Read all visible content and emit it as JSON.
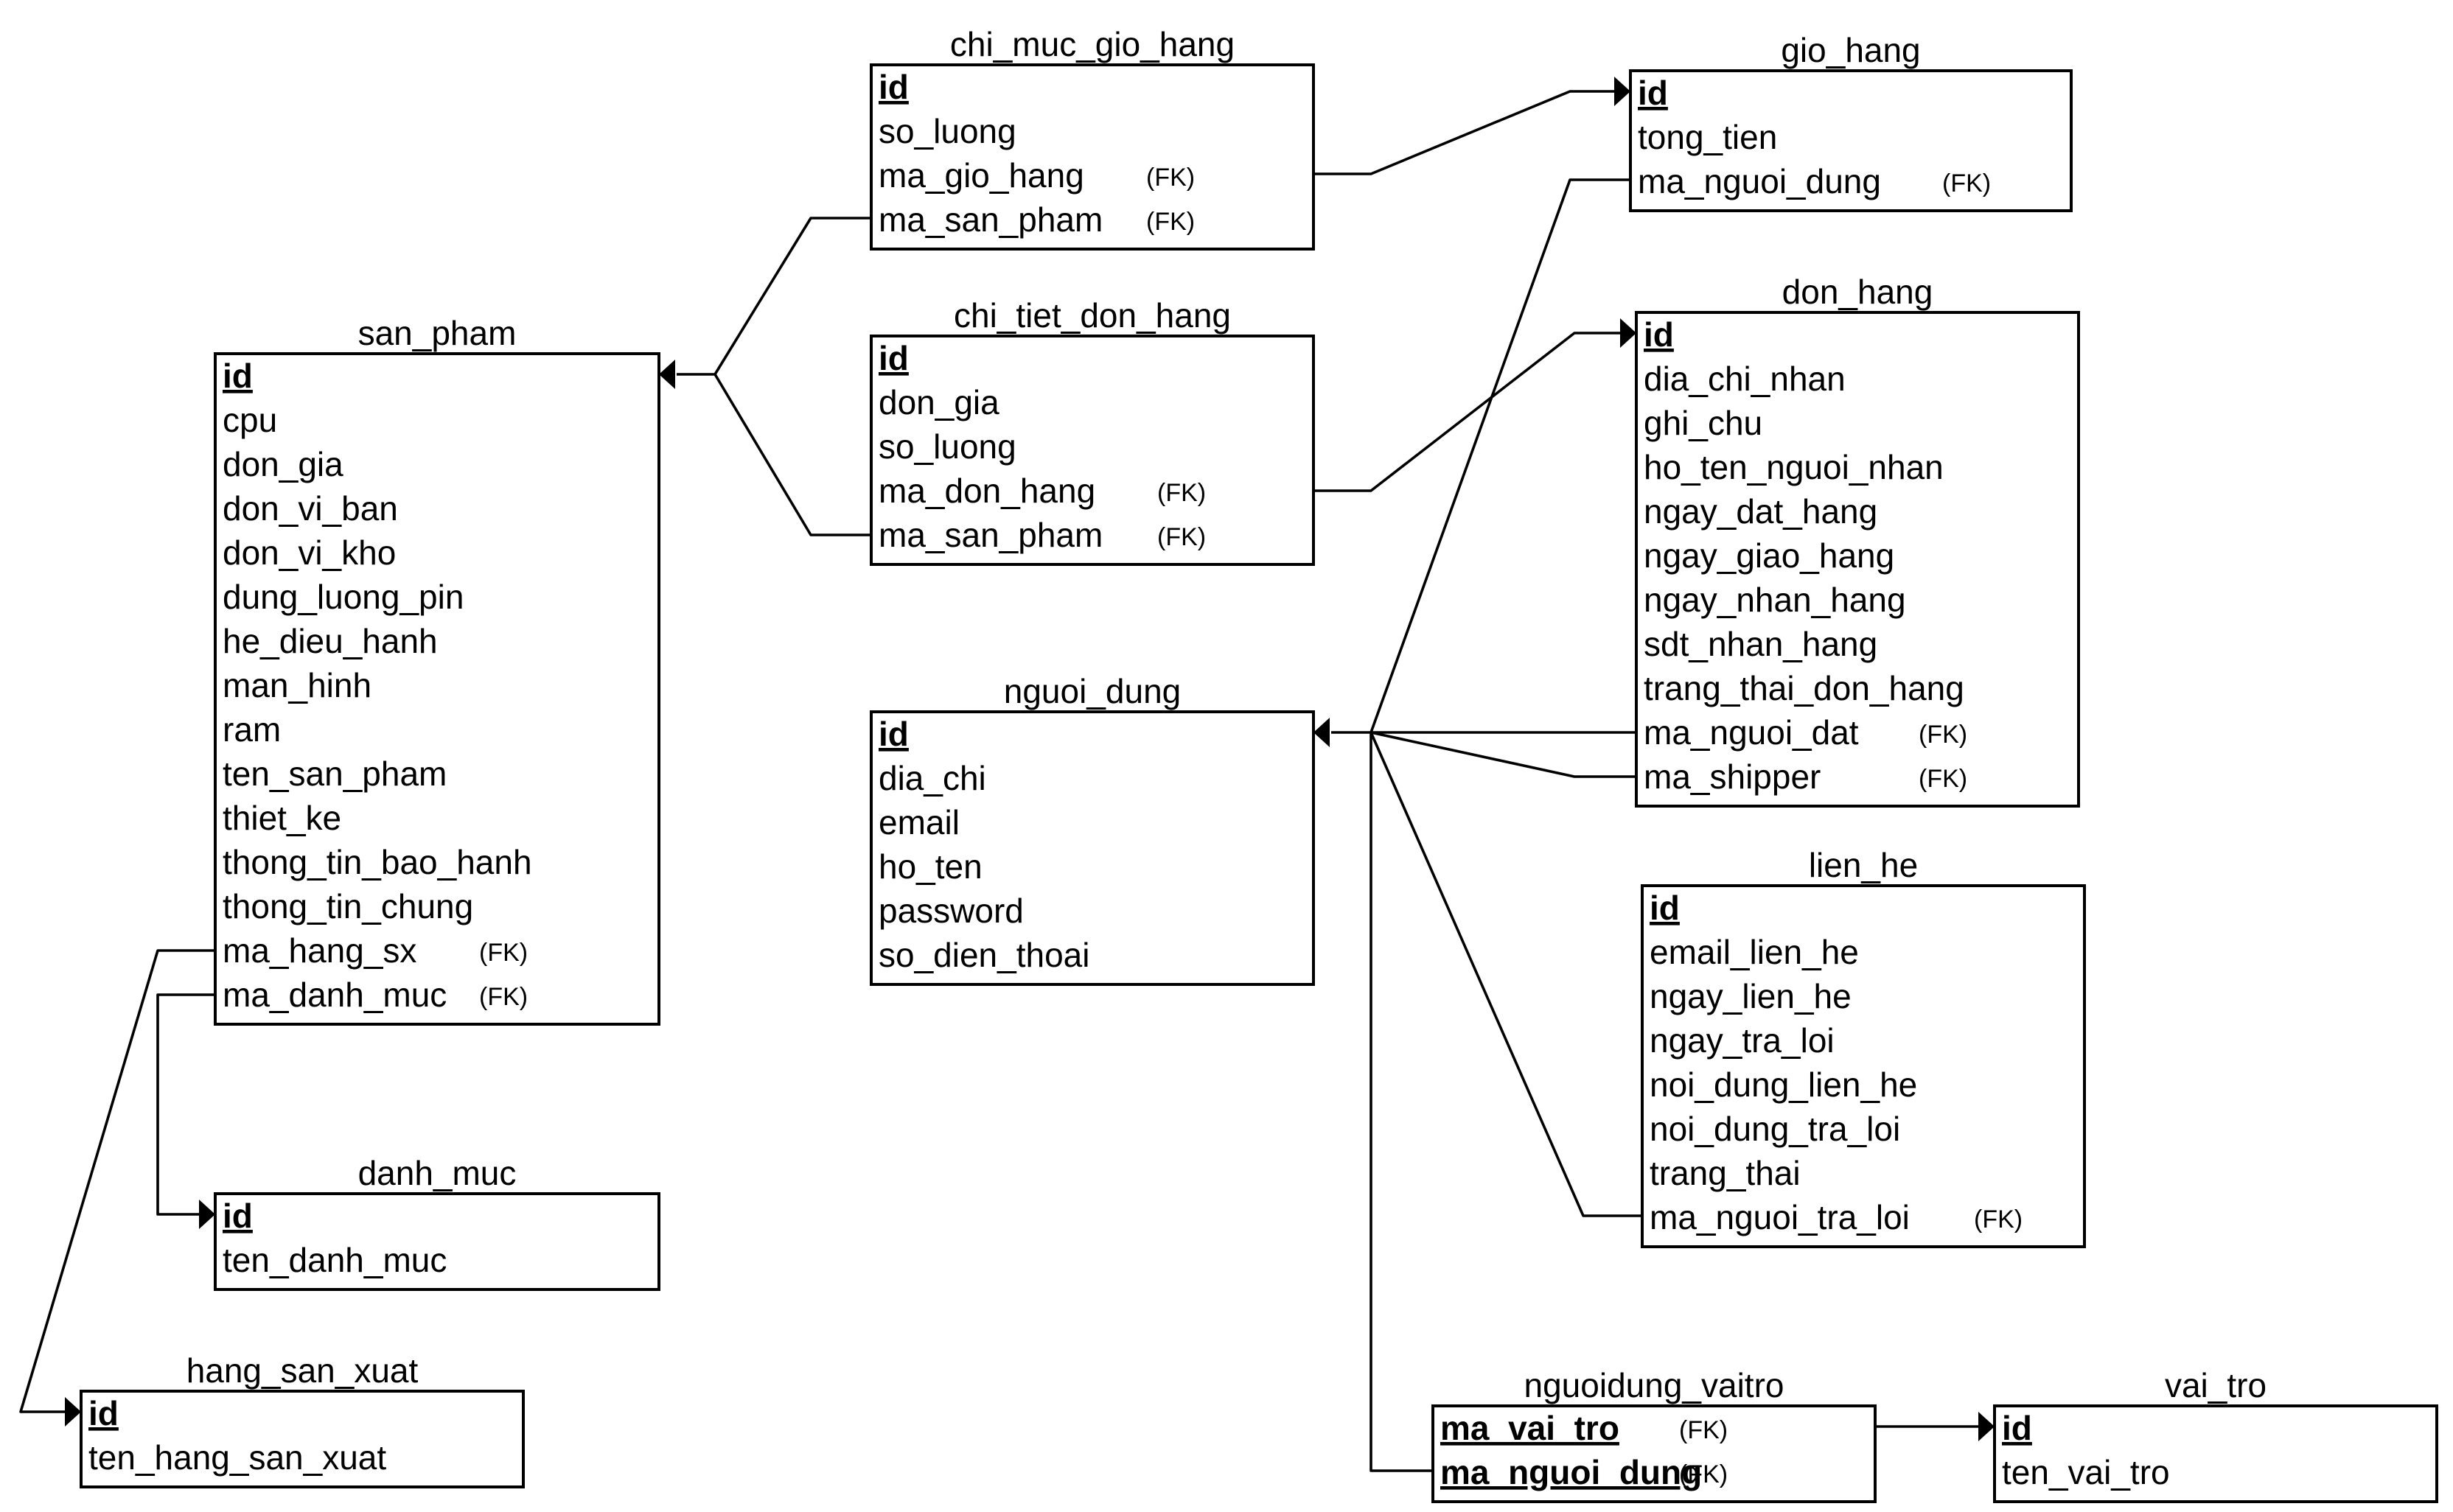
{
  "colors": {
    "line": "#000000",
    "background": "#ffffff"
  },
  "fk_marker": "(FK)",
  "tables": [
    {
      "id": "chi_muc_gio_hang",
      "title": "chi_muc_gio_hang",
      "rows": [
        {
          "name": "id",
          "pk": true
        },
        {
          "name": "so_luong"
        },
        {
          "name": "ma_gio_hang",
          "fk": true
        },
        {
          "name": "ma_san_pham",
          "fk": true
        }
      ]
    },
    {
      "id": "gio_hang",
      "title": "gio_hang",
      "rows": [
        {
          "name": "id",
          "pk": true
        },
        {
          "name": "tong_tien"
        },
        {
          "name": "ma_nguoi_dung",
          "fk": true
        }
      ]
    },
    {
      "id": "san_pham",
      "title": "san_pham",
      "rows": [
        {
          "name": "id",
          "pk": true
        },
        {
          "name": "cpu"
        },
        {
          "name": "don_gia"
        },
        {
          "name": "don_vi_ban"
        },
        {
          "name": "don_vi_kho"
        },
        {
          "name": "dung_luong_pin"
        },
        {
          "name": "he_dieu_hanh"
        },
        {
          "name": "man_hinh"
        },
        {
          "name": "ram"
        },
        {
          "name": "ten_san_pham"
        },
        {
          "name": "thiet_ke"
        },
        {
          "name": "thong_tin_bao_hanh"
        },
        {
          "name": "thong_tin_chung"
        },
        {
          "name": "ma_hang_sx",
          "fk": true
        },
        {
          "name": "ma_danh_muc",
          "fk": true
        }
      ]
    },
    {
      "id": "chi_tiet_don_hang",
      "title": "chi_tiet_don_hang",
      "rows": [
        {
          "name": "id",
          "pk": true
        },
        {
          "name": "don_gia"
        },
        {
          "name": "so_luong"
        },
        {
          "name": "ma_don_hang",
          "fk": true
        },
        {
          "name": "ma_san_pham",
          "fk": true
        }
      ]
    },
    {
      "id": "don_hang",
      "title": "don_hang",
      "rows": [
        {
          "name": "id",
          "pk": true
        },
        {
          "name": "dia_chi_nhan"
        },
        {
          "name": "ghi_chu"
        },
        {
          "name": "ho_ten_nguoi_nhan"
        },
        {
          "name": "ngay_dat_hang"
        },
        {
          "name": "ngay_giao_hang"
        },
        {
          "name": "ngay_nhan_hang"
        },
        {
          "name": "sdt_nhan_hang"
        },
        {
          "name": "trang_thai_don_hang"
        },
        {
          "name": "ma_nguoi_dat",
          "fk": true
        },
        {
          "name": "ma_shipper",
          "fk": true
        }
      ]
    },
    {
      "id": "nguoi_dung",
      "title": "nguoi_dung",
      "rows": [
        {
          "name": "id",
          "pk": true
        },
        {
          "name": "dia_chi"
        },
        {
          "name": "email"
        },
        {
          "name": "ho_ten"
        },
        {
          "name": "password"
        },
        {
          "name": "so_dien_thoai"
        }
      ]
    },
    {
      "id": "lien_he",
      "title": "lien_he",
      "rows": [
        {
          "name": "id",
          "pk": true
        },
        {
          "name": "email_lien_he"
        },
        {
          "name": "ngay_lien_he"
        },
        {
          "name": "ngay_tra_loi"
        },
        {
          "name": "noi_dung_lien_he"
        },
        {
          "name": "noi_dung_tra_loi"
        },
        {
          "name": "trang_thai"
        },
        {
          "name": "ma_nguoi_tra_loi",
          "fk": true
        }
      ]
    },
    {
      "id": "danh_muc",
      "title": "danh_muc",
      "rows": [
        {
          "name": "id",
          "pk": true
        },
        {
          "name": "ten_danh_muc"
        }
      ]
    },
    {
      "id": "hang_san_xuat",
      "title": "hang_san_xuat",
      "rows": [
        {
          "name": "id",
          "pk": true
        },
        {
          "name": "ten_hang_san_xuat"
        }
      ]
    },
    {
      "id": "nguoidung_vaitro",
      "title": "nguoidung_vaitro",
      "rows": [
        {
          "name": "ma_vai_tro",
          "pk": true,
          "fk": true
        },
        {
          "name": "ma_nguoi_dung",
          "pk": true,
          "fk": true
        }
      ]
    },
    {
      "id": "vai_tro",
      "title": "vai_tro",
      "rows": [
        {
          "name": "id",
          "pk": true
        },
        {
          "name": "ten_vai_tro"
        }
      ]
    }
  ],
  "relationships": [
    {
      "from": "chi_muc_gio_hang.ma_gio_hang",
      "to": "gio_hang.id"
    },
    {
      "from": "chi_muc_gio_hang.ma_san_pham",
      "to": "san_pham.id"
    },
    {
      "from": "chi_tiet_don_hang.ma_san_pham",
      "to": "san_pham.id"
    },
    {
      "from": "chi_tiet_don_hang.ma_don_hang",
      "to": "don_hang.id"
    },
    {
      "from": "gio_hang.ma_nguoi_dung",
      "to": "nguoi_dung.id"
    },
    {
      "from": "don_hang.ma_nguoi_dat",
      "to": "nguoi_dung.id"
    },
    {
      "from": "don_hang.ma_shipper",
      "to": "nguoi_dung.id"
    },
    {
      "from": "lien_he.ma_nguoi_tra_loi",
      "to": "nguoi_dung.id"
    },
    {
      "from": "nguoidung_vaitro.ma_nguoi_dung",
      "to": "nguoi_dung.id"
    },
    {
      "from": "nguoidung_vaitro.ma_vai_tro",
      "to": "vai_tro.id"
    },
    {
      "from": "san_pham.ma_danh_muc",
      "to": "danh_muc.id"
    },
    {
      "from": "san_pham.ma_hang_sx",
      "to": "hang_san_xuat.id"
    }
  ]
}
